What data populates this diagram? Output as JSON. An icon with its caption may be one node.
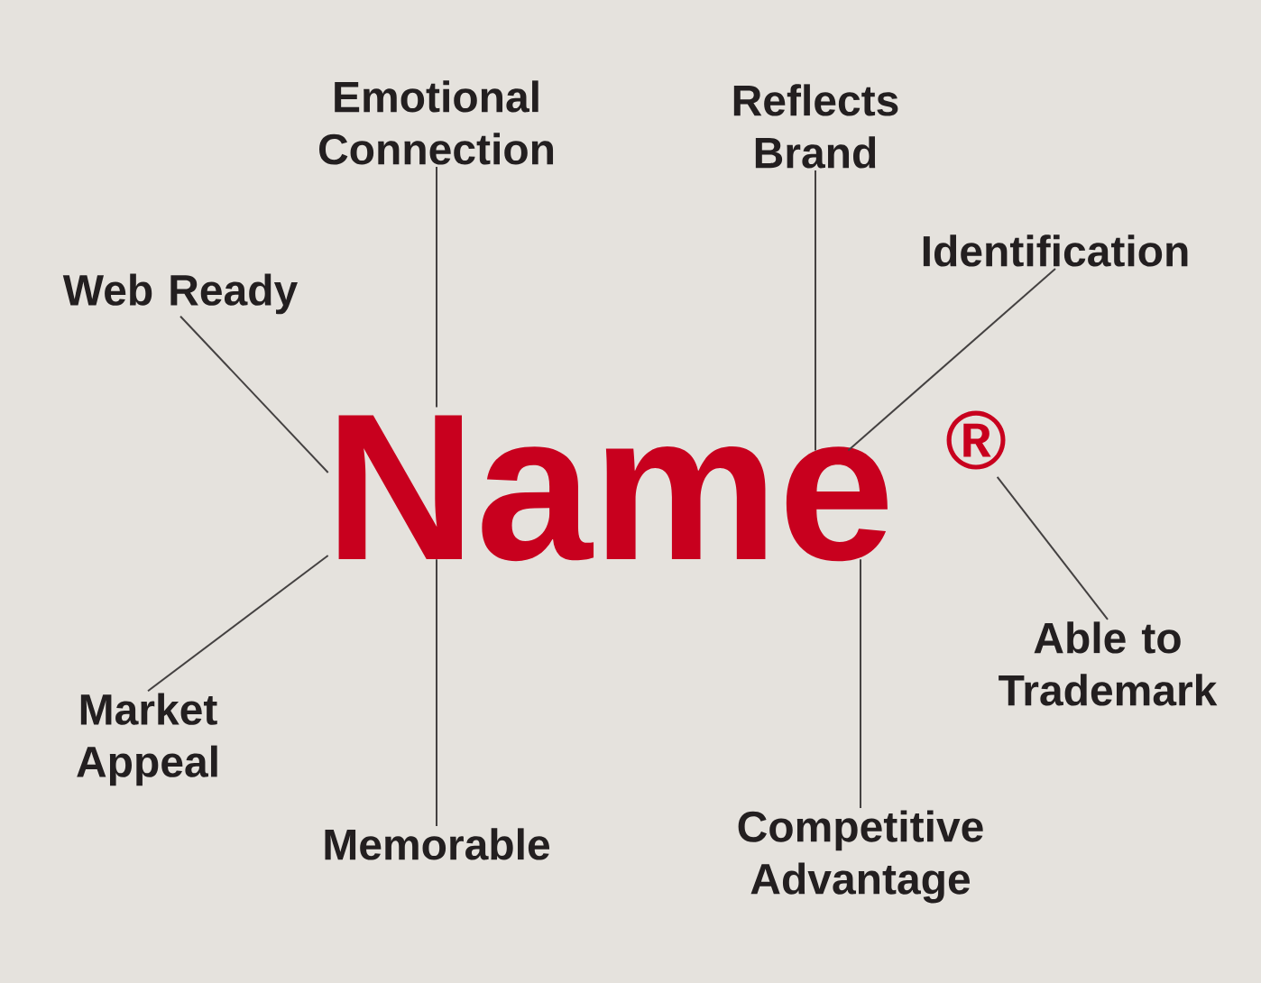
{
  "diagram": {
    "nodes": [
      {
        "text": [
          "Name"
        ]
      },
      {
        "text": [
          "®"
        ]
      },
      {
        "text": [
          "Emotional Connection"
        ]
      },
      {
        "text": [
          "Reflects Brand"
        ]
      },
      {
        "text": [
          "Web Ready"
        ]
      },
      {
        "text": [
          "Identification"
        ]
      },
      {
        "text": [
          "Market Appeal"
        ]
      },
      {
        "text": [
          "Able to Trademark"
        ]
      },
      {
        "text": [
          "Memorable"
        ]
      },
      {
        "text": [
          "Competitive Advantage"
        ]
      }
    ],
    "edges": [
      {
        "from": 2,
        "to": 0,
        "arrow": "none"
      },
      {
        "from": 3,
        "to": 0,
        "arrow": "none"
      },
      {
        "from": 4,
        "to": 0,
        "arrow": "none"
      },
      {
        "from": 5,
        "to": 0,
        "arrow": "none"
      },
      {
        "from": 6,
        "to": 0,
        "arrow": "none"
      },
      {
        "from": 7,
        "to": 1,
        "arrow": "none"
      },
      {
        "from": 8,
        "to": 0,
        "arrow": "none"
      },
      {
        "from": 9,
        "to": 0,
        "arrow": "none"
      }
    ]
  }
}
